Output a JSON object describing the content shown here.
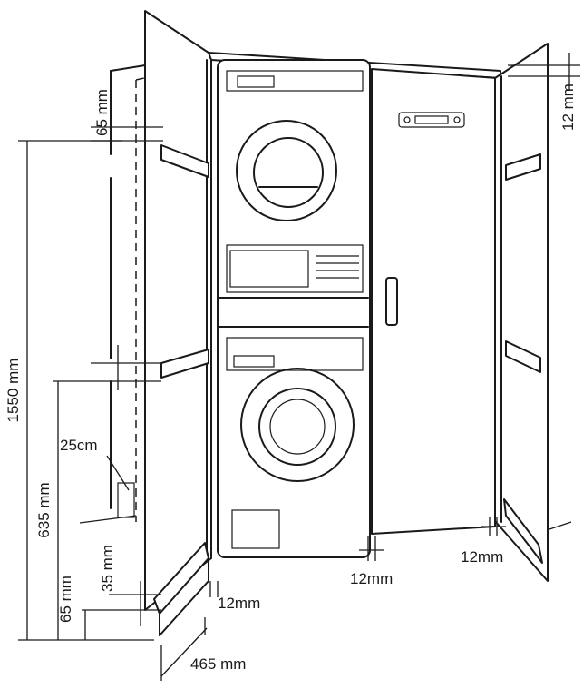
{
  "dimensions": {
    "top_gap": "12 mm",
    "upper_rail_offset": "65 mm",
    "total_height": "1550 mm",
    "mid_rail_height": "635 mm",
    "vent_size": "25cm",
    "plinth_35": "35 mm",
    "plinth_65": "65 mm",
    "depth": "465 mm",
    "side_gap_left": "12mm",
    "door_gap": "12mm",
    "side_gap_right": "12mm"
  }
}
